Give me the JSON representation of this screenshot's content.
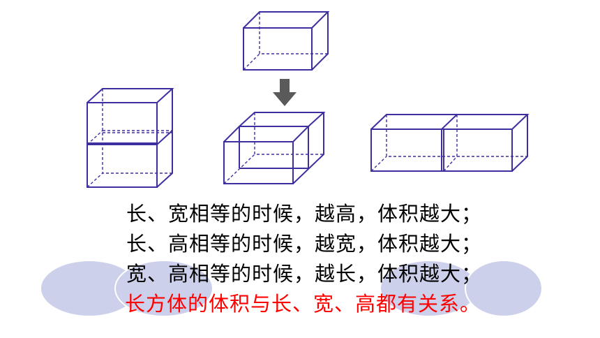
{
  "colors": {
    "edge": "#3d2fa0",
    "ellipse_fill": "#cdd0ea",
    "arrow": "#5a5a5a",
    "text": "#000000",
    "conclusion": "#ff0000"
  },
  "lines": [
    "长、宽相等的时候，越高，体积越大；",
    "长、高相等的时候，越宽，体积越大；",
    "宽、高相等的时候，越长，体积越大；"
  ],
  "conclusion": "长方体的体积与长、宽、高都有关系。",
  "icons": [
    "down-arrow-icon"
  ]
}
